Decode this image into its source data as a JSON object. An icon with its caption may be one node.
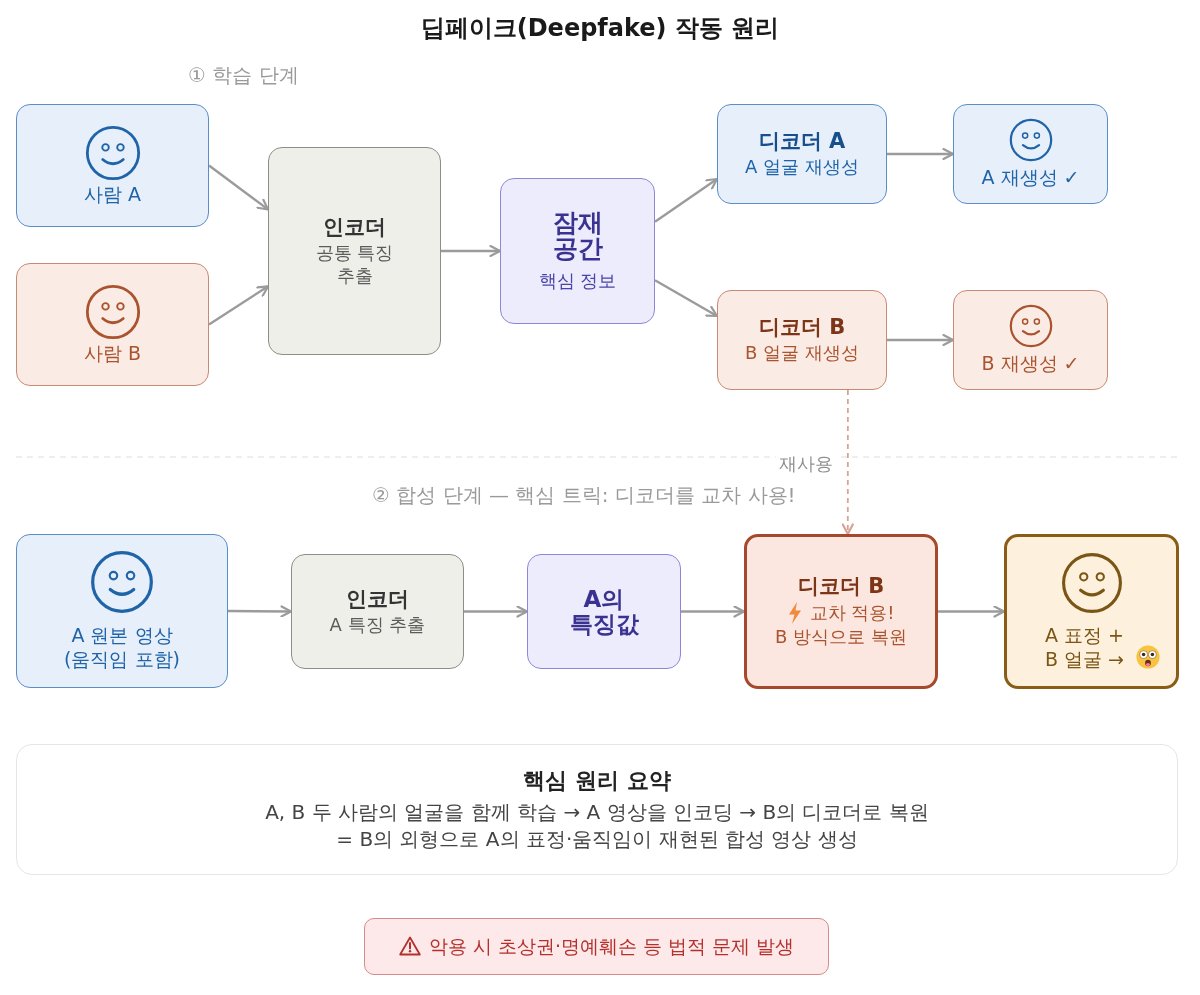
{
  "diagram": {
    "title": "딥페이크(Deepfake) 작동 원리",
    "nodes": [
      {
        "text": [
          "사람 A"
        ]
      },
      {
        "text": [
          "사람 B"
        ]
      },
      {
        "text": [
          "인코더",
          "공통 특징 추출"
        ]
      },
      {
        "text": [
          "잠재 공간",
          "핵심 정보"
        ]
      },
      {
        "text": [
          "디코더 A",
          "A 얼굴 재생성"
        ]
      },
      {
        "text": [
          "A 재생성 ✓"
        ]
      },
      {
        "text": [
          "디코더 B",
          "B 얼굴 재생성"
        ]
      },
      {
        "text": [
          "B 재생성 ✓"
        ]
      },
      {
        "text": [
          "A 원본 영상 (움직임 포함)"
        ]
      },
      {
        "text": [
          "인코더",
          "A 특징 추출"
        ]
      },
      {
        "text": [
          "A의 특징값"
        ]
      },
      {
        "text": [
          "디코더 B",
          "교차 적용!",
          "B 방식으로 복원"
        ]
      },
      {
        "text": [
          "A 표정 + B 얼굴 →"
        ]
      },
      {
        "text": [
          "핵심 원리 요약",
          "A, B 두 사람의 얼굴을 함께 학습 → A 영상을 인코딩 → B의 디코더로 복원 = B의 외형으로 A의 표정·움직임이 재현된 합성 영상 생성"
        ]
      },
      {
        "text": [
          "악용 시 초상권·명예훼손 등 법적 문제 발생"
        ]
      }
    ],
    "edges": [
      {
        "from": 0,
        "to": 2,
        "arrow": "to"
      },
      {
        "from": 1,
        "to": 2,
        "arrow": "to"
      },
      {
        "from": 2,
        "to": 3,
        "arrow": "to"
      },
      {
        "from": 3,
        "to": 4,
        "arrow": "to"
      },
      {
        "from": 3,
        "to": 6,
        "arrow": "to"
      },
      {
        "from": 4,
        "to": 5,
        "arrow": "to"
      },
      {
        "from": 6,
        "to": 7,
        "arrow": "to"
      },
      {
        "from": 6,
        "to": 11,
        "arrow": "to",
        "label": "재사용",
        "style": "dashed",
        "color": "#d9a394"
      },
      {
        "from": 8,
        "to": 9,
        "arrow": "to"
      },
      {
        "from": 9,
        "to": 10,
        "arrow": "to"
      },
      {
        "from": 10,
        "to": 11,
        "arrow": "to"
      },
      {
        "from": 11,
        "to": 12,
        "arrow": "to"
      }
    ],
    "labels": [
      "① 학습 단계",
      "② 합성 단계 — 핵심 트릭: 디코더를 교차 사용!"
    ]
  }
}
